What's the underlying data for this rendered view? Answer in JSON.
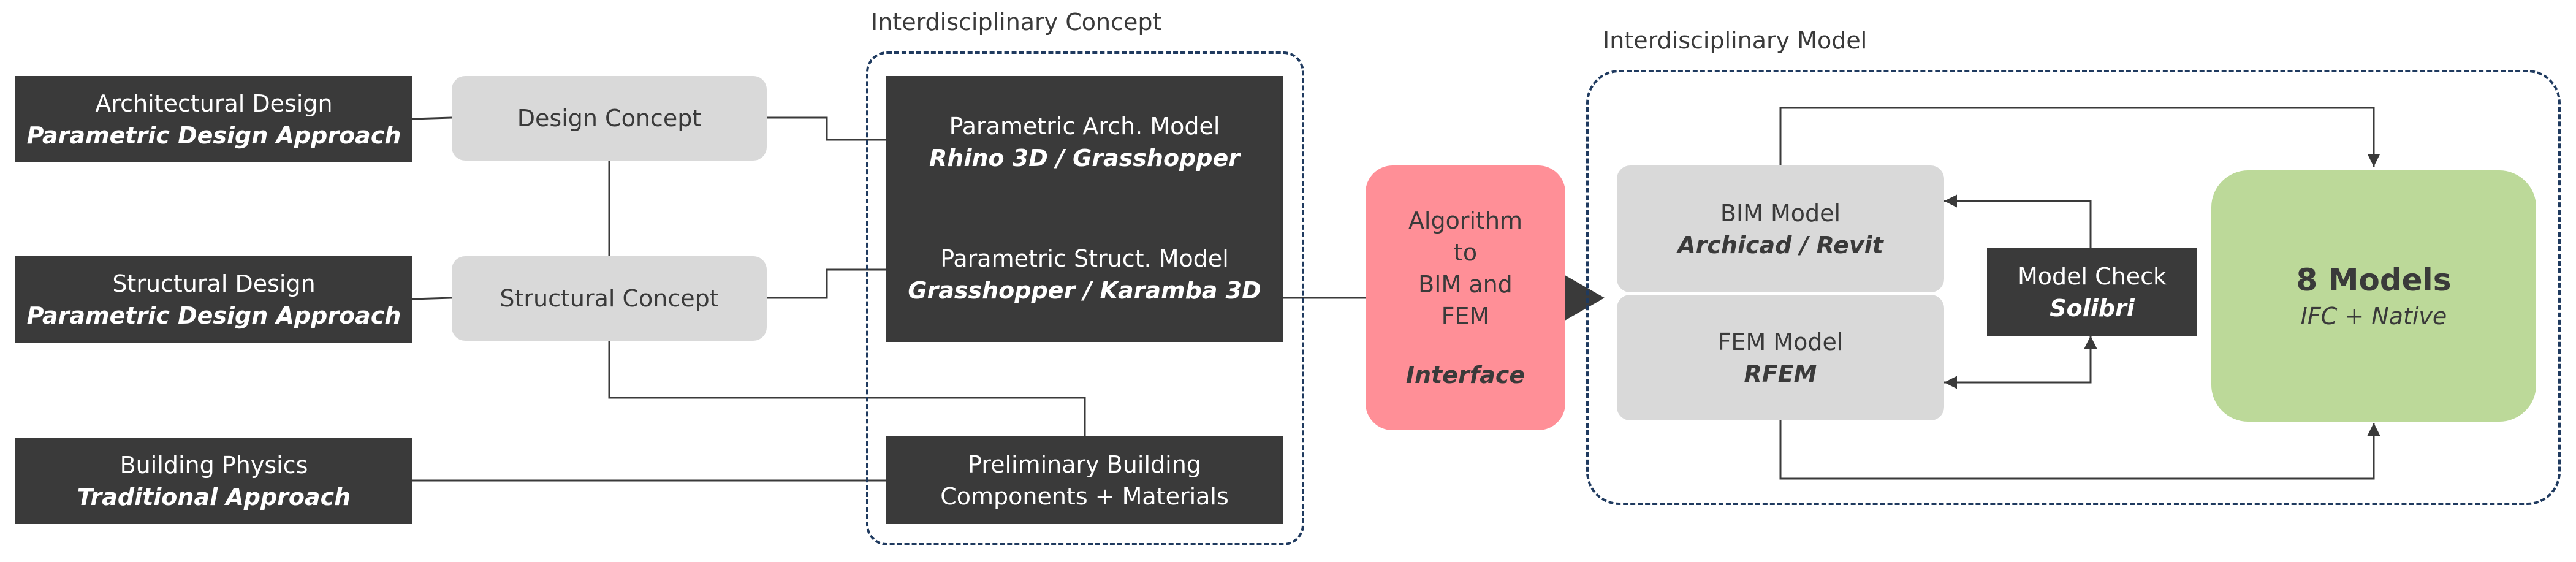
{
  "inputs": {
    "architectural": {
      "title": "Architectural Design",
      "subtitle": "Parametric Design Approach"
    },
    "structural": {
      "title": "Structural Design",
      "subtitle": "Parametric Design Approach"
    },
    "physics": {
      "title": "Building Physics",
      "subtitle": "Traditional Approach"
    }
  },
  "concepts": {
    "design": "Design Concept",
    "structural": "Structural Concept"
  },
  "interdisciplinary_concept": {
    "label": "Interdisciplinary Concept",
    "arch_model": {
      "title": "Parametric Arch. Model",
      "subtitle": "Rhino 3D / Grasshopper"
    },
    "struct_model": {
      "title": "Parametric Struct. Model",
      "subtitle": "Grasshopper / Karamba 3D"
    },
    "preliminary": {
      "line1": "Preliminary Building",
      "line2": "Components + Materials"
    }
  },
  "algorithm": {
    "line1": "Algorithm",
    "line2": "to",
    "line3": "BIM and",
    "line4": "FEM",
    "interface": "Interface"
  },
  "interdisciplinary_model": {
    "label": "Interdisciplinary Model",
    "bim": {
      "title": "BIM Model",
      "subtitle": "Archicad / Revit"
    },
    "fem": {
      "title": "FEM Model",
      "subtitle": "RFEM"
    },
    "check": {
      "title": "Model Check",
      "subtitle": "Solibri"
    },
    "output": {
      "title": "8 Models",
      "subtitle": "IFC + Native"
    }
  },
  "colors": {
    "dark_box": "#3a3a3a",
    "concept_box": "#d9d9d9",
    "algorithm_box": "#ff8f97",
    "output_box": "#bcd999",
    "group_border": "#1f3a5f",
    "connector": "#3a3a3a"
  }
}
